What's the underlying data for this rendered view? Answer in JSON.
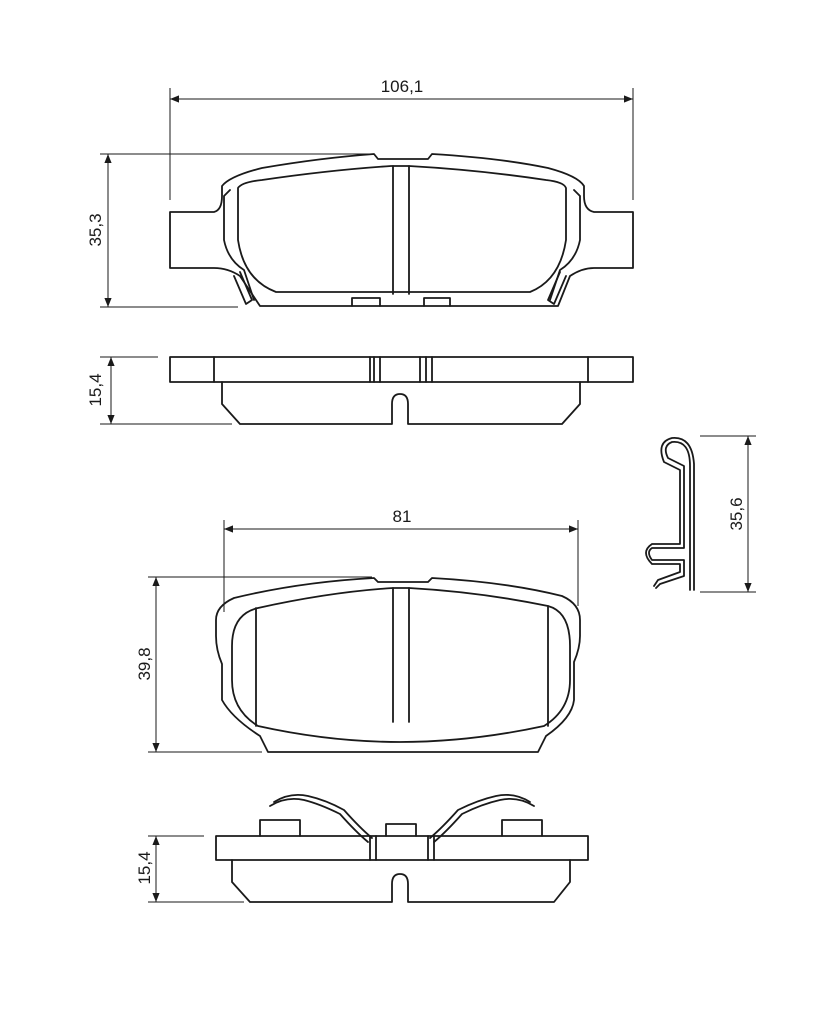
{
  "dimensions": {
    "pad1_width": "106,1",
    "pad1_height": "35,3",
    "pad1_thickness": "15,4",
    "pad2_width": "81",
    "pad2_height": "39,8",
    "pad2_thickness": "15,4",
    "clip_height": "35,6"
  }
}
